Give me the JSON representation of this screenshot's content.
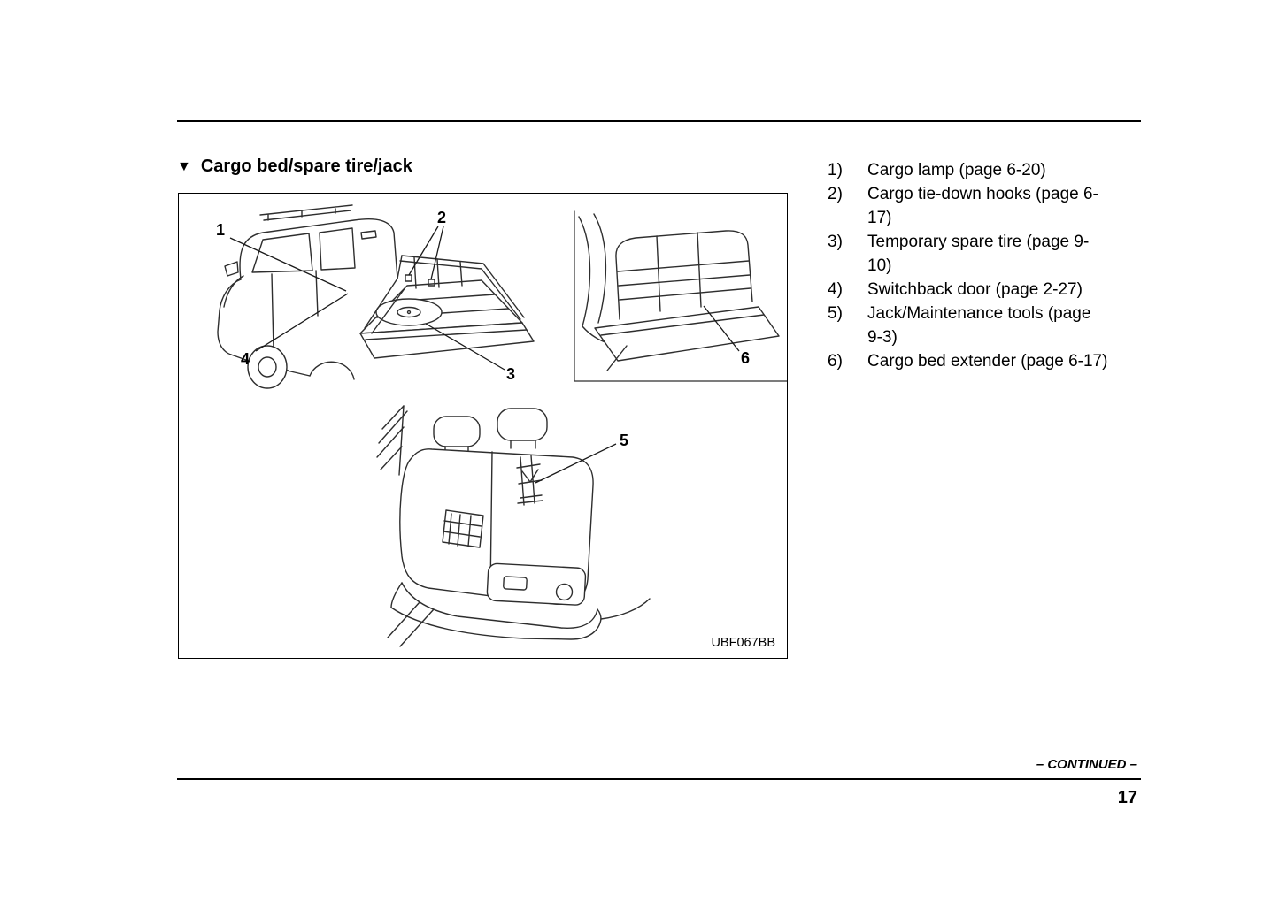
{
  "heading": {
    "marker": "▼",
    "text": "Cargo bed/spare tire/jack"
  },
  "figure": {
    "code": "UBF067BB",
    "callouts": {
      "c1": "1",
      "c2": "2",
      "c3": "3",
      "c4": "4",
      "c5": "5",
      "c6": "6"
    }
  },
  "parts_list": {
    "items": [
      {
        "num": "1)",
        "text": "Cargo lamp (page 6-20)"
      },
      {
        "num": "2)",
        "text": "Cargo tie-down hooks (page 6-17)"
      },
      {
        "num": "3)",
        "text": "Temporary spare tire (page 9-10)"
      },
      {
        "num": "4)",
        "text": "Switchback door (page 2-27)"
      },
      {
        "num": "5)",
        "text": "Jack/Maintenance tools (page 9-3)"
      },
      {
        "num": "6)",
        "text": "Cargo bed extender (page 6-17)"
      }
    ]
  },
  "footer": {
    "continued": "– CONTINUED –",
    "page_number": "17"
  }
}
